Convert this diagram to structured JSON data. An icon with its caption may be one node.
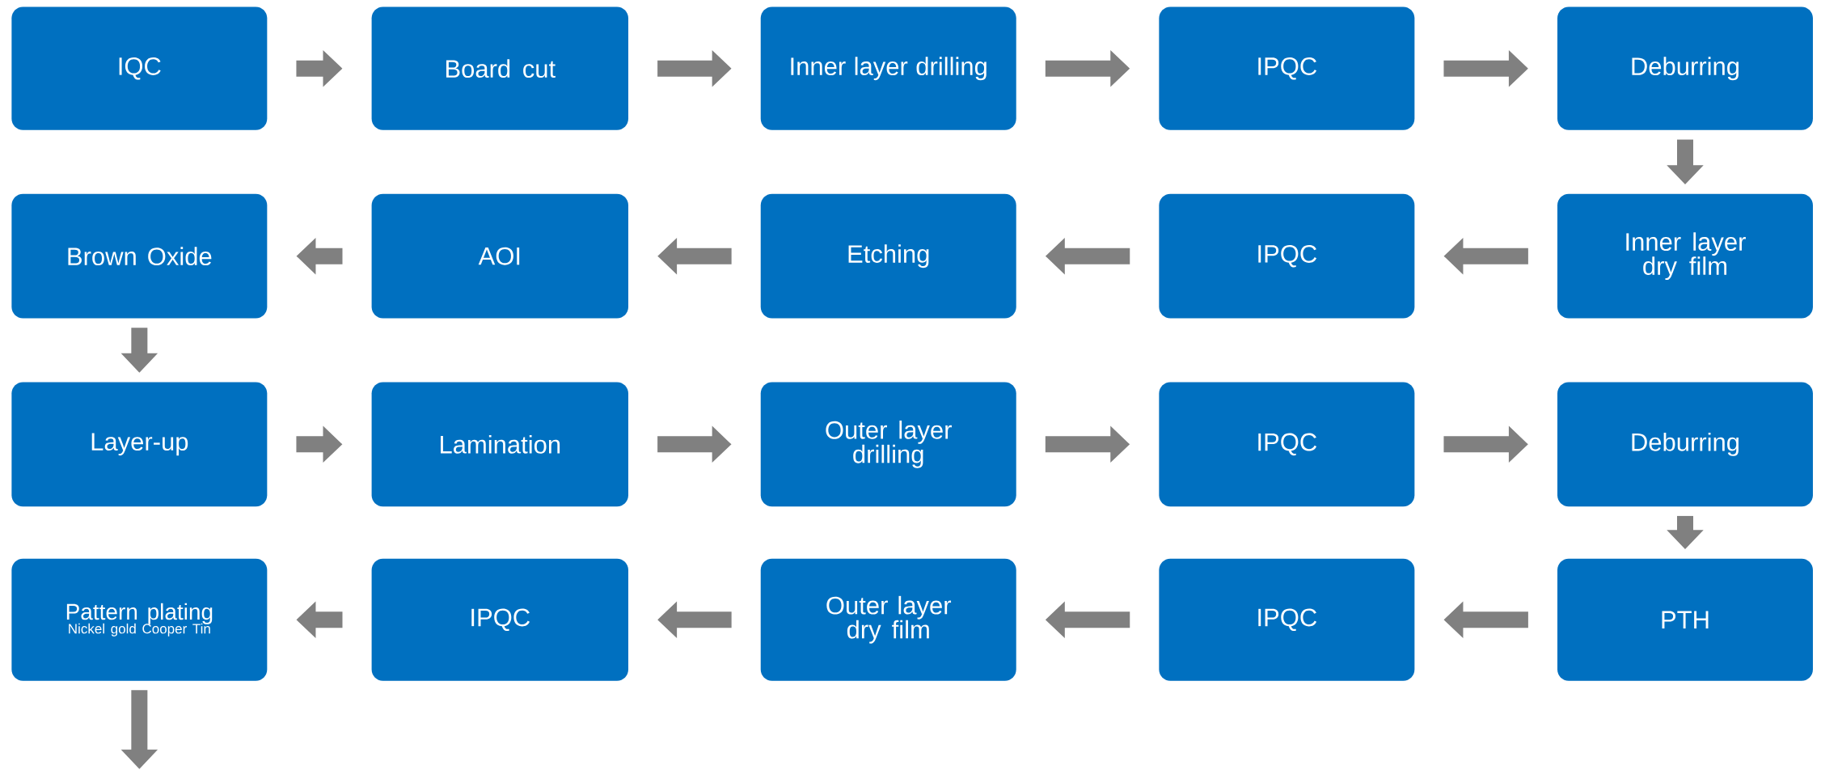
{
  "diagram": {
    "nodes": [
      {
        "text": [
          "IQC"
        ]
      },
      {
        "text": [
          "Board cut"
        ]
      },
      {
        "text": [
          "Inner layer drilling"
        ]
      },
      {
        "text": [
          "IPQC"
        ]
      },
      {
        "text": [
          "Deburring"
        ]
      },
      {
        "text": [
          "Brown Oxide"
        ]
      },
      {
        "text": [
          "AOI"
        ]
      },
      {
        "text": [
          "Etching"
        ]
      },
      {
        "text": [
          "IPQC"
        ]
      },
      {
        "text": [
          "Inner layer dry film"
        ]
      },
      {
        "text": [
          "Layer-up"
        ]
      },
      {
        "text": [
          "Lamination"
        ]
      },
      {
        "text": [
          "Outer layer drilling"
        ]
      },
      {
        "text": [
          "IPQC"
        ]
      },
      {
        "text": [
          "Deburring"
        ]
      },
      {
        "text": [
          "Pattern plating",
          "Nickel gold Cooper Tin"
        ]
      },
      {
        "text": [
          "IPQC"
        ]
      },
      {
        "text": [
          "Outer layer dry film"
        ]
      },
      {
        "text": [
          "IPQC"
        ]
      },
      {
        "text": [
          "PTH"
        ]
      }
    ],
    "edges": [
      {
        "from": 0,
        "to": 1,
        "arrow": "to"
      },
      {
        "from": 1,
        "to": 2,
        "arrow": "to"
      },
      {
        "from": 2,
        "to": 3,
        "arrow": "to"
      },
      {
        "from": 3,
        "to": 4,
        "arrow": "to"
      },
      {
        "from": 4,
        "to": 9,
        "arrow": "to"
      },
      {
        "from": 9,
        "to": 8,
        "arrow": "to"
      },
      {
        "from": 8,
        "to": 7,
        "arrow": "to"
      },
      {
        "from": 7,
        "to": 6,
        "arrow": "to"
      },
      {
        "from": 6,
        "to": 5,
        "arrow": "to"
      },
      {
        "from": 5,
        "to": 10,
        "arrow": "to"
      },
      {
        "from": 10,
        "to": 11,
        "arrow": "to"
      },
      {
        "from": 11,
        "to": 12,
        "arrow": "to"
      },
      {
        "from": 12,
        "to": 13,
        "arrow": "to"
      },
      {
        "from": 13,
        "to": 14,
        "arrow": "to"
      },
      {
        "from": 14,
        "to": 19,
        "arrow": "to"
      },
      {
        "from": 19,
        "to": 18,
        "arrow": "to"
      },
      {
        "from": 18,
        "to": 17,
        "arrow": "to"
      },
      {
        "from": 17,
        "to": 16,
        "arrow": "to"
      },
      {
        "from": 16,
        "to": 15,
        "arrow": "to"
      },
      {
        "from": 15,
        "to": null,
        "arrow": "to"
      }
    ]
  }
}
